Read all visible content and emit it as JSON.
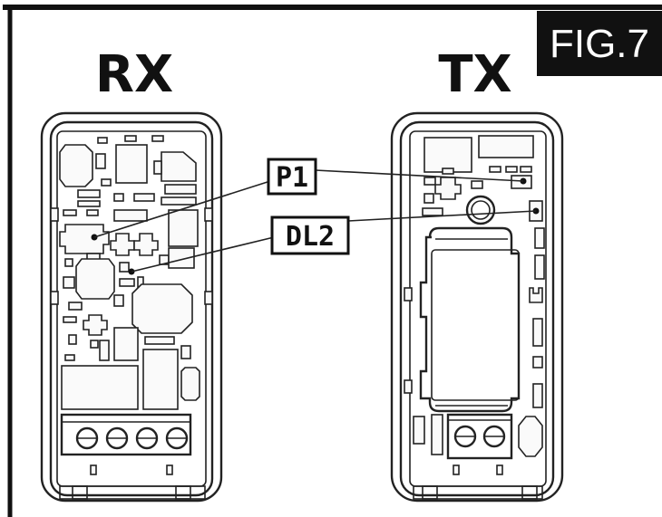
{
  "figure": {
    "label": "FIG.7"
  },
  "labels": {
    "rx": "RX",
    "tx": "TX"
  },
  "callouts": [
    {
      "id": "p1",
      "text": "P1"
    },
    {
      "id": "dl2",
      "text": "DL2"
    }
  ],
  "colors": {
    "ink": "#111111",
    "figure_tag_bg": "#111111",
    "figure_tag_text": "#ffffff",
    "paper": "#ffffff"
  }
}
